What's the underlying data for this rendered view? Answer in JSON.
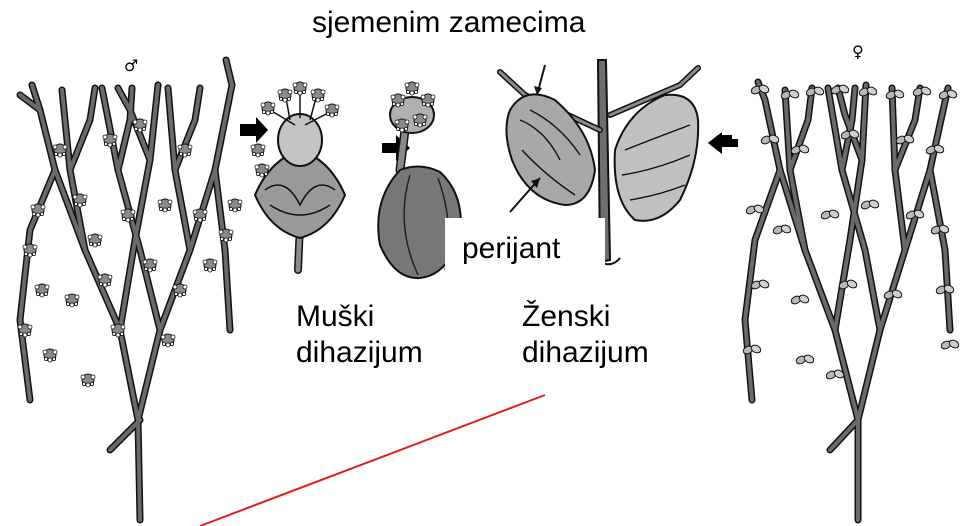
{
  "labels": {
    "top": "sjemenim zamecima",
    "perianth": "perijant",
    "male_line1": "Muški",
    "male_line2": "dihazijum",
    "female_line1": "Ženski",
    "female_line2": "dihazijum"
  },
  "symbols": {
    "male": "♂",
    "female": "♀"
  },
  "colors": {
    "stem": "#6a6a6a",
    "outline": "#111111",
    "flower_fill": "#9a9a9a",
    "pointer_line": "#e02020"
  }
}
